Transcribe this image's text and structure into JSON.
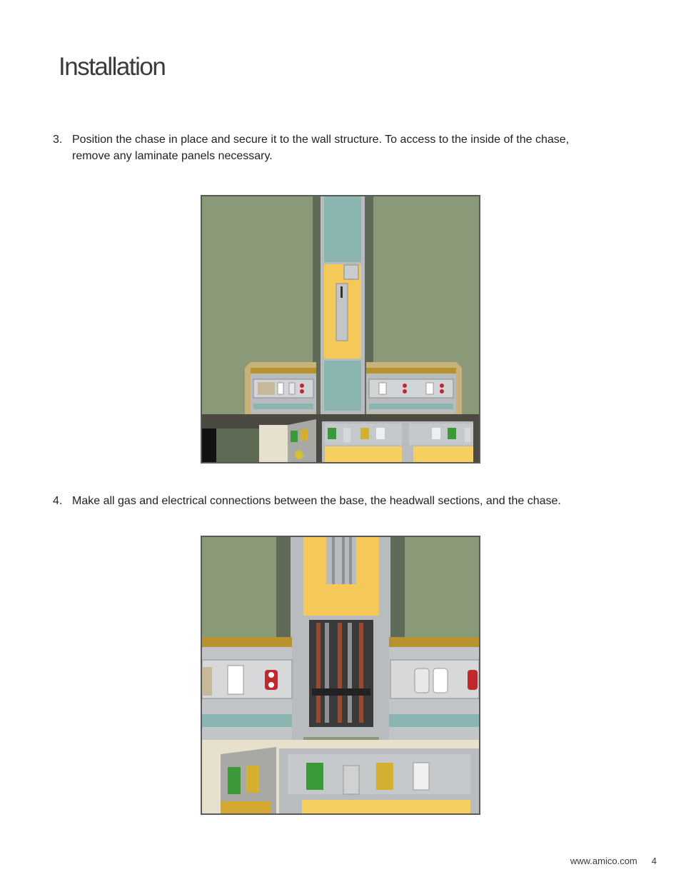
{
  "page": {
    "title": "Installation",
    "footer_url": "www.amico.com",
    "page_number": "4"
  },
  "steps": [
    {
      "number": "3.",
      "text": "Position the chase in place and secure it to the wall structure. To access to the inside of the chase, remove any laminate panels necessary."
    },
    {
      "number": "4.",
      "text": "Make all gas and electrical connections between the base, the headwall sections, and the chase."
    }
  ],
  "colors": {
    "wall": "#8a9a78",
    "chase_yellow": "#f5c85a",
    "panel_teal": "#8ab5b0",
    "frame": "#b8bcbf",
    "outlet_red": "#c0282c",
    "gas_green": "#3a9a3a",
    "gas_yellow": "#d4b030"
  }
}
